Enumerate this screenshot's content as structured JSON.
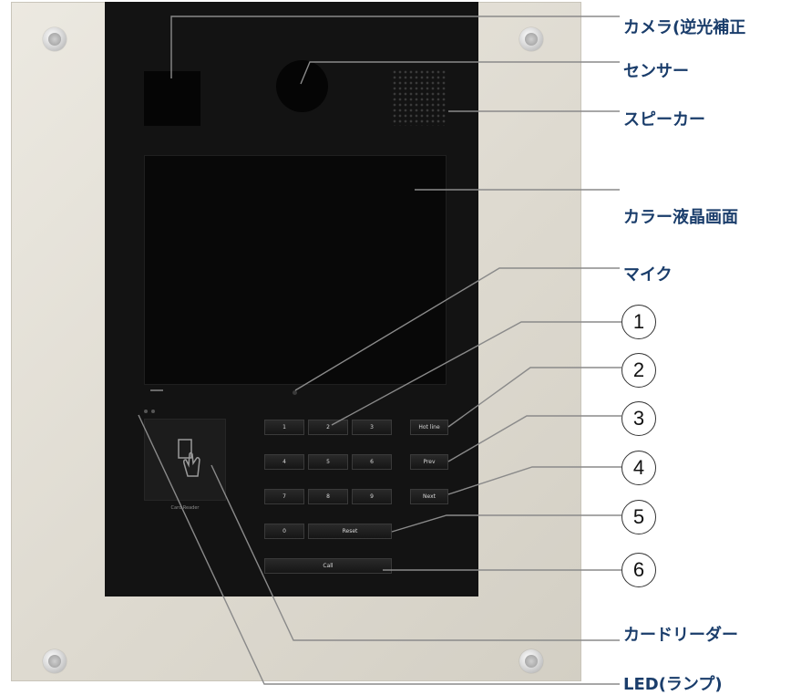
{
  "labels": {
    "camera": "カメラ(逆光補正",
    "sensor": "センサー",
    "speaker": "スピーカー",
    "lcd": "カラー液晶画面",
    "mic": "マイク",
    "card_reader": "カードリーダー",
    "led": "LED(ランプ)"
  },
  "callouts": [
    "1",
    "2",
    "3",
    "4",
    "5",
    "6"
  ],
  "keypad": {
    "row1": [
      "1",
      "2",
      "3"
    ],
    "row2": [
      "4",
      "5",
      "6"
    ],
    "row3": [
      "7",
      "8",
      "9"
    ],
    "zero": "0",
    "reset": "Reset",
    "call": "Call",
    "hotline": "Hot line",
    "prev": "Prev",
    "next": "Next"
  },
  "card_reader_text": "Card Reader",
  "colors": {
    "label_text": "#1a3d6b",
    "leader_line": "#8a8a8a",
    "panel": "#e3e0d7",
    "front": "#131313"
  }
}
